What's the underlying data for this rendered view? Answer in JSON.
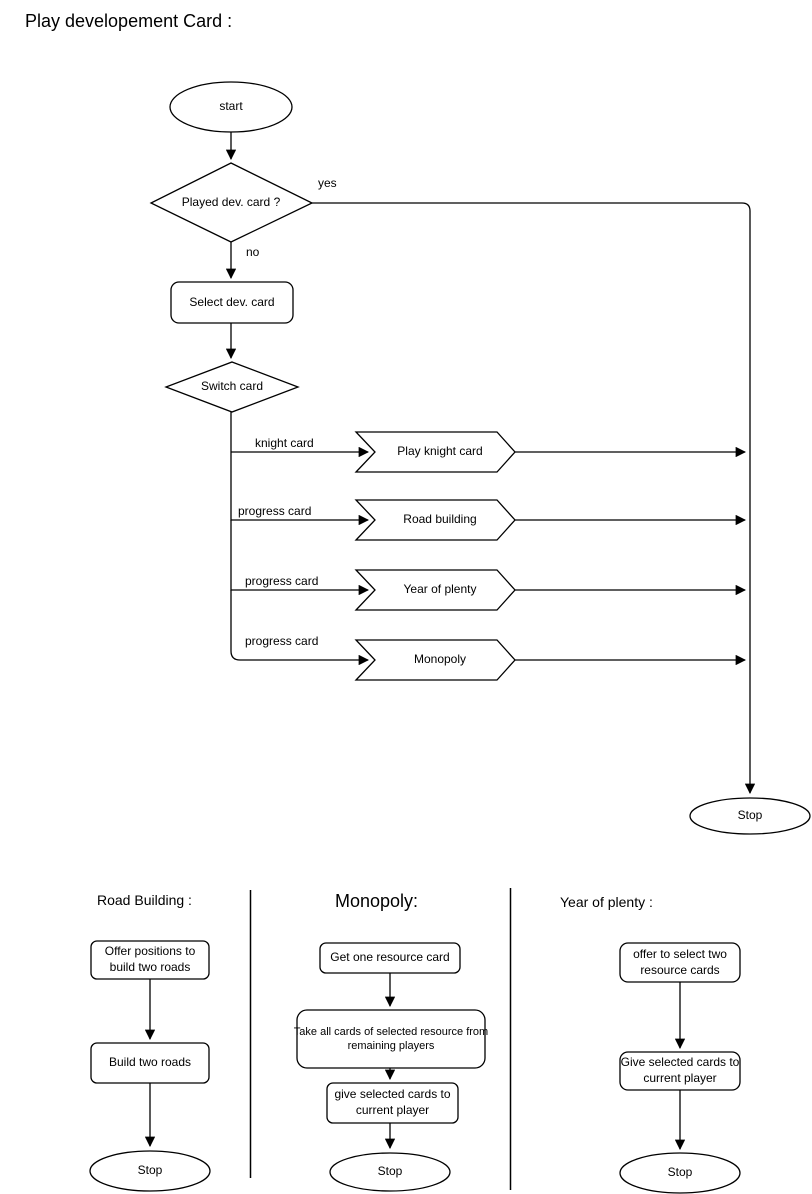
{
  "page": {
    "title": "Play developement Card :"
  },
  "main_flow": {
    "start_label": "start",
    "decision_played": "Played dev. card ?",
    "label_yes": "yes",
    "label_no": "no",
    "process_select": "Select dev. card",
    "decision_switch": "Switch card",
    "branch_labels": {
      "knight": "knight card",
      "progress1": "progress card",
      "progress2": "progress card",
      "progress3": "progress card"
    },
    "actions": {
      "knight": "Play knight card",
      "road": "Road building",
      "plenty": "Year of plenty",
      "monopoly": "Monopoly"
    },
    "stop_label": "Stop"
  },
  "subflows": {
    "road_building": {
      "title": "Road Building :",
      "step1": "Offer positions to build two roads",
      "step2": "Build two roads",
      "stop": "Stop"
    },
    "monopoly": {
      "title": "Monopoly:",
      "step1": "Get one resource card",
      "step2": "Take all cards of selected resource from remaining players",
      "step3": "give selected cards to current player",
      "stop": "Stop"
    },
    "year_of_plenty": {
      "title": "Year of plenty :",
      "step1": "offer to select two resource cards",
      "step2": "Give selected cards to current player",
      "stop": "Stop"
    }
  }
}
